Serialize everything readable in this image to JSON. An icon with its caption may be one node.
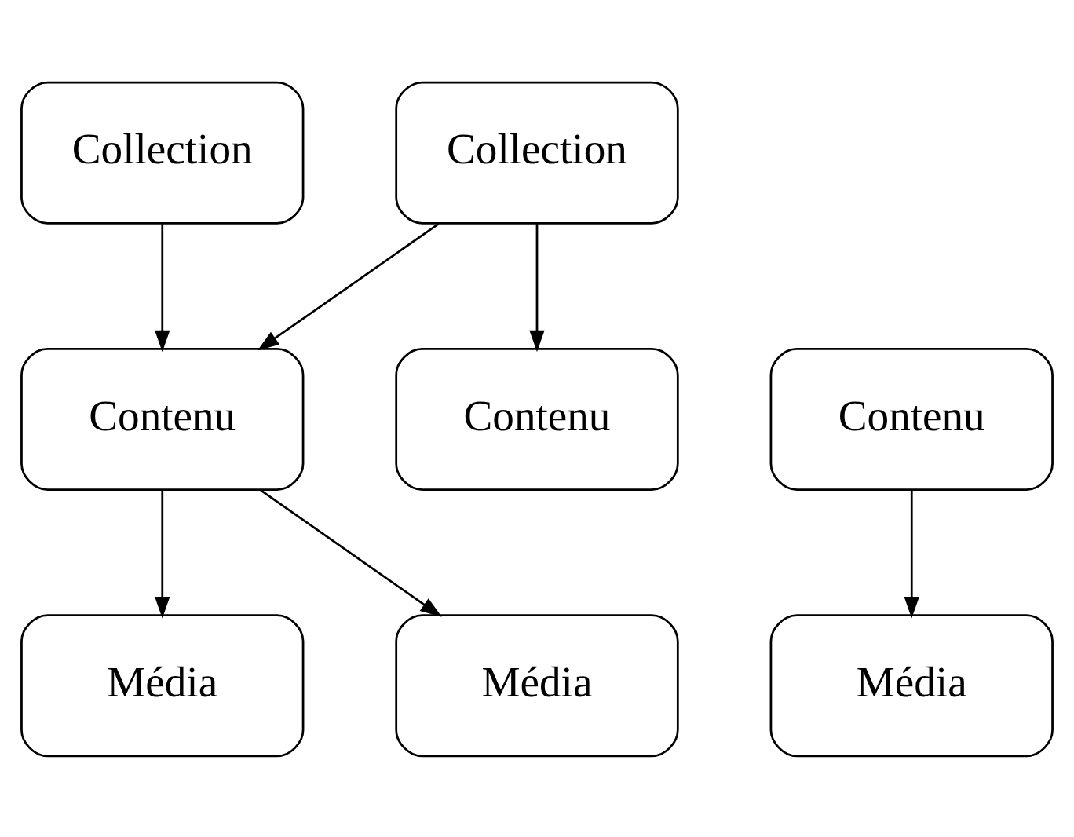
{
  "diagram": {
    "nodes": [
      {
        "text": [
          "Collection"
        ]
      },
      {
        "text": [
          "Collection"
        ]
      },
      {
        "text": [
          "Contenu"
        ]
      },
      {
        "text": [
          "Contenu"
        ]
      },
      {
        "text": [
          "Contenu"
        ]
      },
      {
        "text": [
          "Média"
        ]
      },
      {
        "text": [
          "Média"
        ]
      },
      {
        "text": [
          "Média"
        ]
      }
    ],
    "edges": [
      {
        "from": 0,
        "to": 2,
        "arrow": "to"
      },
      {
        "from": 1,
        "to": 2,
        "arrow": "to"
      },
      {
        "from": 1,
        "to": 3,
        "arrow": "to"
      },
      {
        "from": 2,
        "to": 5,
        "arrow": "to"
      },
      {
        "from": 2,
        "to": 6,
        "arrow": "to"
      },
      {
        "from": 4,
        "to": 7,
        "arrow": "to"
      }
    ]
  }
}
